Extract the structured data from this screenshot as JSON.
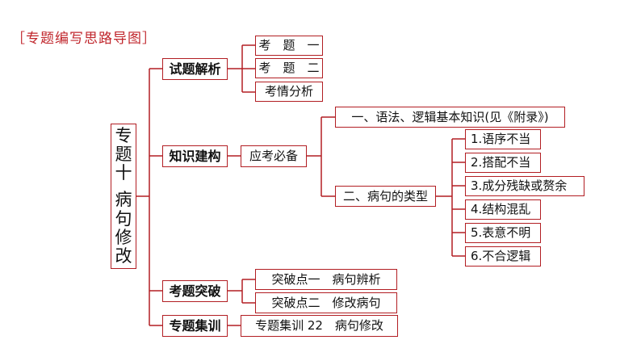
{
  "title": "［专题编写思路导图］",
  "root": [
    "专",
    "题",
    "十",
    " ",
    "病",
    "句",
    "修",
    "改"
  ],
  "branches": {
    "b1": {
      "label": "试题解析",
      "children": [
        "考　题　一",
        "考　题　二",
        "考情分析"
      ]
    },
    "b2": {
      "label": "知识建构",
      "mid": "应考必备",
      "sub1": "一、语法、逻辑基本知识(见《附录》)",
      "sub2": "二、病句的类型",
      "types": [
        "1.语序不当",
        "2.搭配不当",
        "3.成分残缺或赘余",
        "4.结构混乱",
        "5.表意不明",
        "6.不合逻辑"
      ]
    },
    "b3": {
      "label": "考题突破",
      "children": [
        "突破点一　病句辨析",
        "突破点二　修改病句"
      ]
    },
    "b4": {
      "label": "专题集训",
      "child": "专题集训 22　病句修改"
    }
  },
  "colors": {
    "line": "#b21e23",
    "title": "#c0262c"
  }
}
